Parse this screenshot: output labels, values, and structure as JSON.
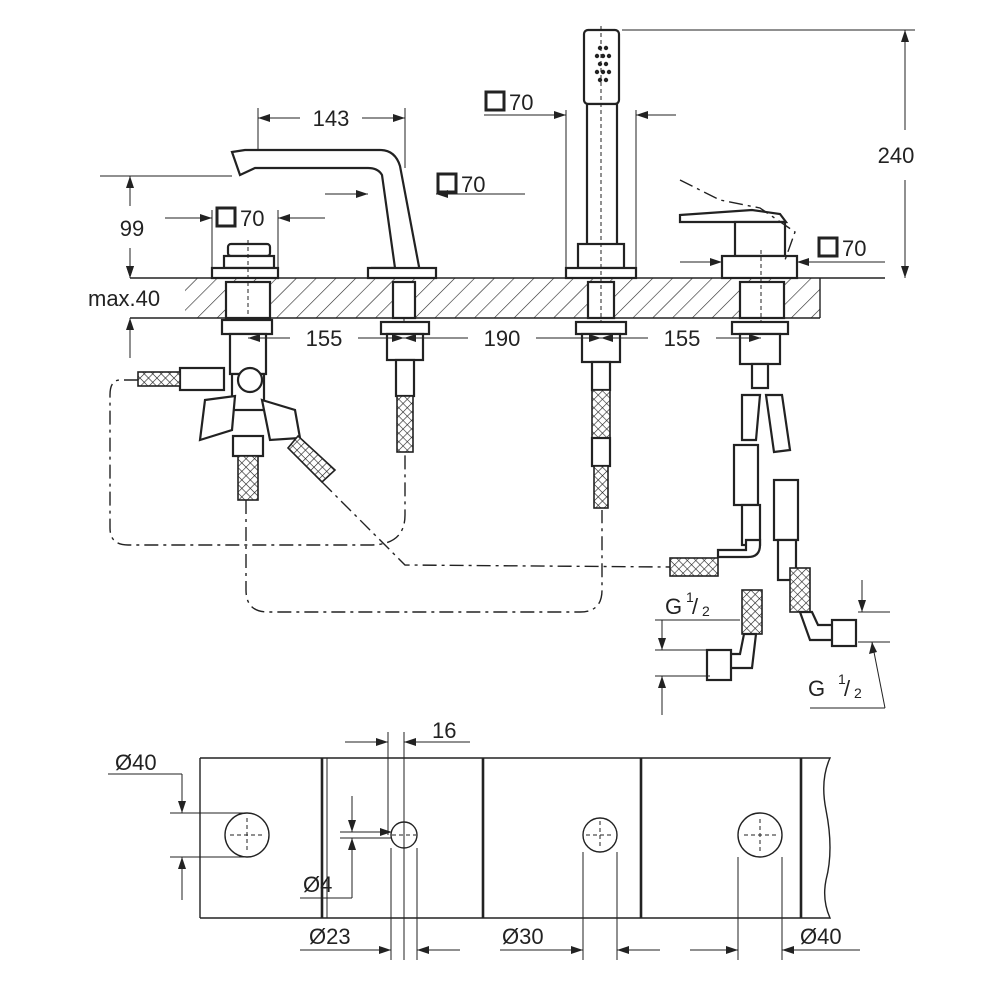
{
  "dimensions": {
    "spout_reach": "143",
    "spout_height": "99",
    "total_height": "240",
    "deck_thickness": "max.40",
    "spacing_left": "155",
    "spacing_middle": "190",
    "spacing_right": "155",
    "square_base": "70",
    "hole_offset": "16",
    "hole_dia_40_left": "Ø40",
    "hole_dia_4": "Ø4",
    "hole_dia_23": "Ø23",
    "hole_dia_30": "Ø30",
    "hole_dia_40_right": "Ø40",
    "thread_g": "G",
    "thread_num": "1",
    "thread_den": "2"
  },
  "icons": {
    "square_symbol": "square-section-icon"
  }
}
